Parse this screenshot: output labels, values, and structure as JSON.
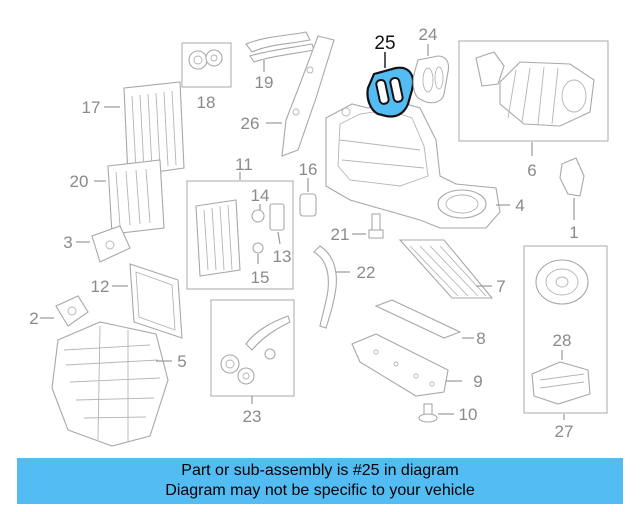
{
  "callouts": [
    {
      "id": "1",
      "text": "1"
    },
    {
      "id": "2",
      "text": "2"
    },
    {
      "id": "3",
      "text": "3"
    },
    {
      "id": "4",
      "text": "4"
    },
    {
      "id": "5",
      "text": "5"
    },
    {
      "id": "6",
      "text": "6"
    },
    {
      "id": "7",
      "text": "7"
    },
    {
      "id": "8",
      "text": "8"
    },
    {
      "id": "9",
      "text": "9"
    },
    {
      "id": "10",
      "text": "10"
    },
    {
      "id": "11",
      "text": "11"
    },
    {
      "id": "12",
      "text": "12"
    },
    {
      "id": "13",
      "text": "13"
    },
    {
      "id": "14",
      "text": "14"
    },
    {
      "id": "15",
      "text": "15"
    },
    {
      "id": "16",
      "text": "16"
    },
    {
      "id": "17",
      "text": "17"
    },
    {
      "id": "18",
      "text": "18"
    },
    {
      "id": "19",
      "text": "19"
    },
    {
      "id": "20",
      "text": "20"
    },
    {
      "id": "21",
      "text": "21"
    },
    {
      "id": "22",
      "text": "22"
    },
    {
      "id": "23",
      "text": "23"
    },
    {
      "id": "24",
      "text": "24"
    },
    {
      "id": "25",
      "text": "25"
    },
    {
      "id": "26",
      "text": "26"
    },
    {
      "id": "27",
      "text": "27"
    },
    {
      "id": "28",
      "text": "28"
    }
  ],
  "highlighted_part": "25",
  "highlight_color": "#53bdf3",
  "banner": {
    "line1": "Part or sub-assembly is #25 in diagram",
    "line2": "Diagram may not be specific to your vehicle",
    "background": "#53bdf3"
  }
}
